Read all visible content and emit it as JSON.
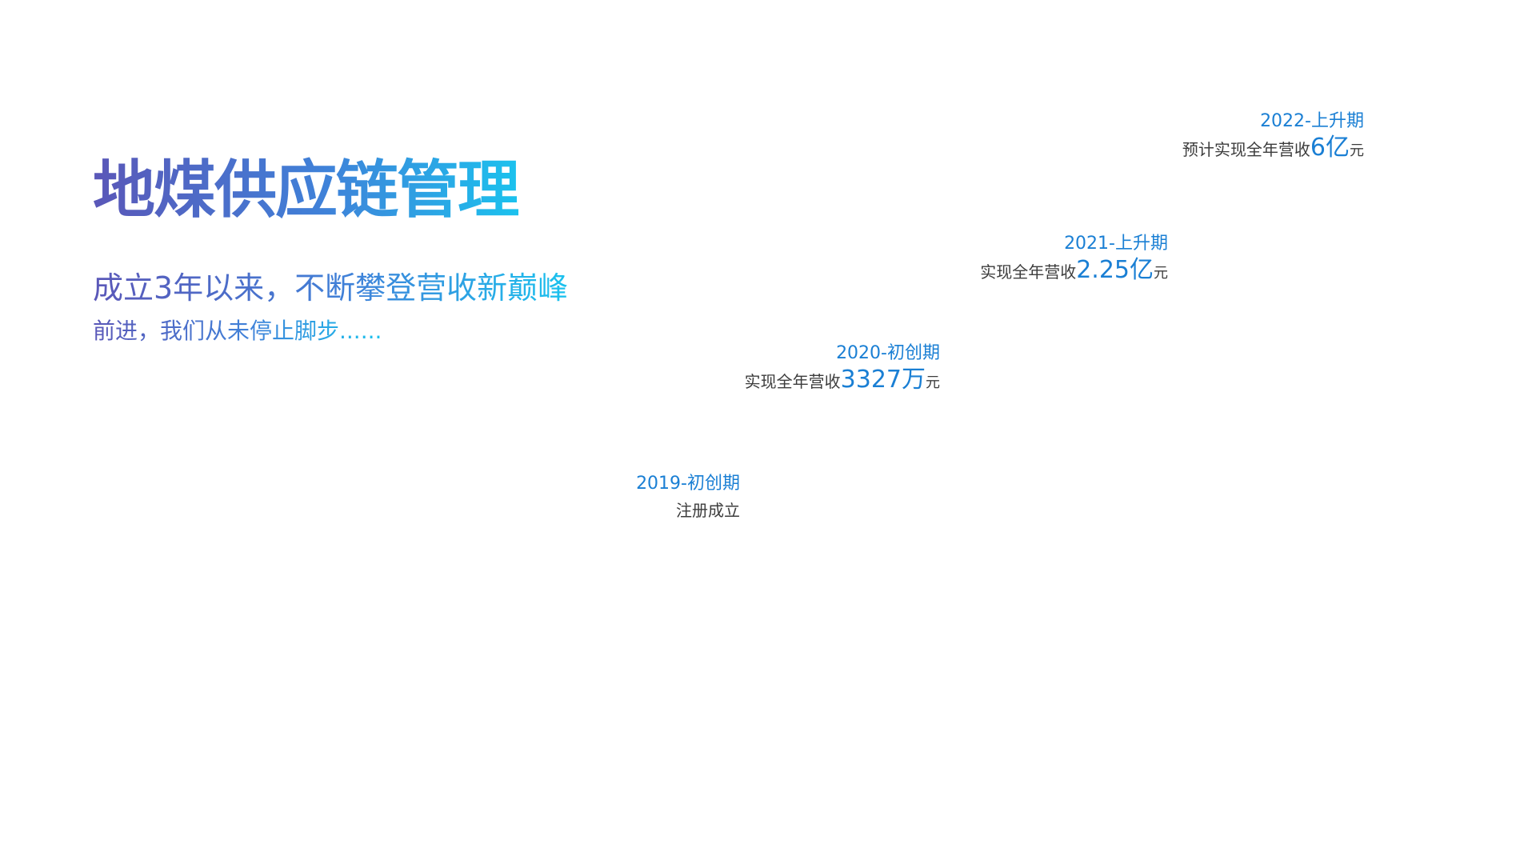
{
  "title": "地煤供应链管理",
  "subtitle_line1": "成立3年以来，不断攀登营收新巅峰",
  "subtitle_line2": "前进，我们从未停止脚步......",
  "milestones": [
    {
      "phase": "2019-初创期",
      "desc_prefix": "注册成立",
      "amount": "",
      "unit": ""
    },
    {
      "phase": "2020-初创期",
      "desc_prefix": "实现全年营收",
      "amount": "3327万",
      "unit": "元"
    },
    {
      "phase": "2021-上升期",
      "desc_prefix": "实现全年营收",
      "amount": "2.25亿",
      "unit": "元"
    },
    {
      "phase": "2022-上升期",
      "desc_prefix": "预计实现全年营收",
      "amount": "6亿",
      "unit": "元"
    }
  ],
  "colors": {
    "gradient_start": "#5a57b8",
    "gradient_mid": "#3f82d9",
    "gradient_end": "#1bc2ee",
    "accent_blue": "#1a7fd4",
    "body_text": "#3c3c3c"
  }
}
